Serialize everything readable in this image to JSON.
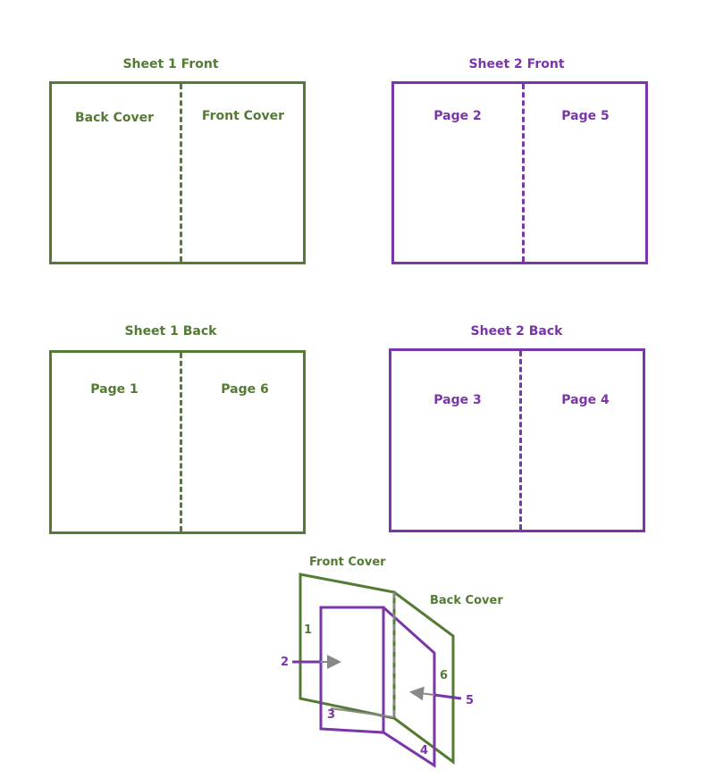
{
  "sheets": {
    "sheet1_front": {
      "title": "Sheet 1 Front",
      "left_label": "Back Cover",
      "right_label": "Front Cover"
    },
    "sheet2_front": {
      "title": "Sheet 2 Front",
      "left_label": "Page 2",
      "right_label": "Page 5"
    },
    "sheet1_back": {
      "title": "Sheet 1 Back",
      "left_label": "Page 1",
      "right_label": "Page 6"
    },
    "sheet2_back": {
      "title": "Sheet 2 Back",
      "left_label": "Page 3",
      "right_label": "Page 4"
    }
  },
  "booklet": {
    "front_cover_label": "Front Cover",
    "back_cover_label": "Back Cover",
    "numbers": {
      "n1": "1",
      "n2": "2",
      "n3": "3",
      "n4": "4",
      "n5": "5",
      "n6": "6"
    }
  },
  "colors": {
    "sheet1": "#547b34",
    "sheet2": "#7a35a8",
    "arrow": "#888888"
  }
}
